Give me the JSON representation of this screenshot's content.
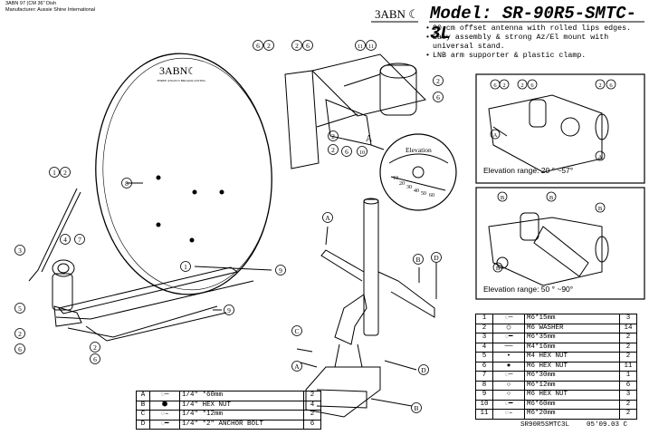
{
  "header": {
    "top_note_line1": "3ABN 97 (CM 36\" Dish",
    "top_note_line2": "Manufacturer: Aussie Shine International",
    "brand": "3ABN",
    "model": "Model: SR-90R5-SMTC-3L"
  },
  "features": [
    "90 cm offset antenna with rolled lips edges.",
    "Easy assembly & strong Az/El mount with universal stand.",
    "LNB arm supporter & plastic clamp."
  ],
  "dish": {
    "brand": "3ABN",
    "brand_sub": "THREE ANGELS BROADCASTING"
  },
  "elevation_detail": {
    "marker": "A",
    "label": "Elevation",
    "scale": [
      "10",
      "20",
      "30",
      "40",
      "50",
      "60"
    ]
  },
  "insets": [
    {
      "caption": "Elevation range:  20 ° ~57°"
    },
    {
      "caption": "Elevation range: 50 ° ~90°"
    }
  ],
  "callouts": {
    "n1": "1",
    "n2": "2",
    "n3": "3",
    "n4": "4",
    "n5": "5",
    "n6": "6",
    "n7": "7",
    "n8": "8",
    "n9": "9",
    "n10": "10",
    "n11": "11",
    "A": "A",
    "B": "B",
    "C": "C",
    "D": "D"
  },
  "small_parts_table": [
    {
      "key": "A",
      "qty_desc": "1/4\" *60mm",
      "qty": "2"
    },
    {
      "key": "B",
      "qty_desc": "1/4\"  HEX NUT",
      "qty": "4"
    },
    {
      "key": "C",
      "qty_desc": "1/4\" *12mm",
      "qty": "2"
    },
    {
      "key": "D",
      "qty_desc": "1/4\" *2\" ANCHOR BOLT",
      "qty": "6"
    }
  ],
  "main_parts_table": [
    {
      "key": "1",
      "desc": "M6*15mm",
      "qty": "3"
    },
    {
      "key": "2",
      "desc": "M6  WASHER",
      "qty": "14"
    },
    {
      "key": "3",
      "desc": "M6*35mm",
      "qty": "2"
    },
    {
      "key": "4",
      "desc": "M4*16mm",
      "qty": "2"
    },
    {
      "key": "5",
      "desc": "M4  HEX NUT",
      "qty": "2"
    },
    {
      "key": "6",
      "desc": "M6  HEX NUT",
      "qty": "11"
    },
    {
      "key": "7",
      "desc": "M6*30mm",
      "qty": "1"
    },
    {
      "key": "8",
      "desc": "M6*12mm",
      "qty": "6"
    },
    {
      "key": "9",
      "desc": "M6  HEX NUT",
      "qty": "3"
    },
    {
      "key": "10",
      "desc": "M6*60mm",
      "qty": "2"
    },
    {
      "key": "11",
      "desc": "M6*20mm",
      "qty": "2"
    }
  ],
  "footer": {
    "code": "SR90R5SMTC3L",
    "date": "05'09.03 C"
  }
}
